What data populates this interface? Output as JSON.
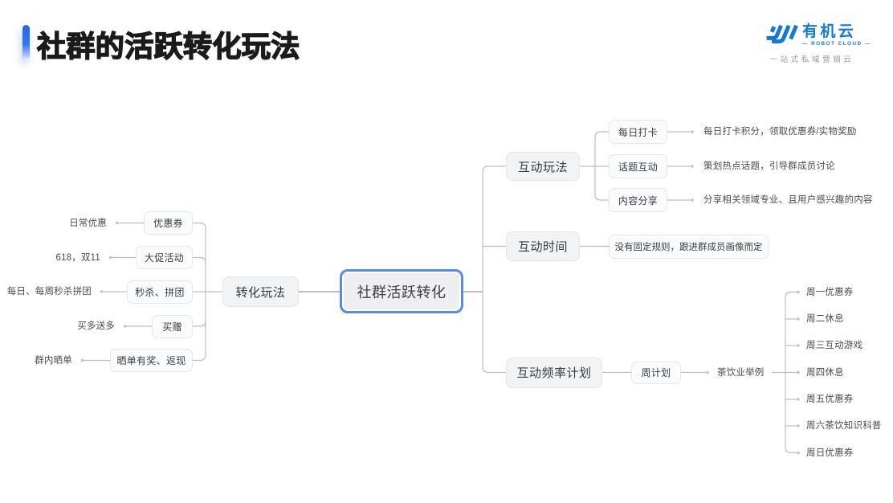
{
  "header": {
    "title": "社群的活跃转化玩法",
    "accent_color": "#2667EF"
  },
  "logo": {
    "name": "有机云",
    "subtitle": "— ROBOT CLOUD —",
    "tagline": "一站式私域营销云",
    "brand_color": "#1478D8"
  },
  "mindmap": {
    "root": {
      "label": "社群活跃转化",
      "border_color": "#568BE7"
    },
    "left_branch": {
      "label": "转化玩法",
      "children": [
        {
          "label": "优惠券",
          "note": "日常优惠"
        },
        {
          "label": "大促活动",
          "note": "618，双11"
        },
        {
          "label": "秒杀、拼团",
          "note": "每日、每周秒杀拼团"
        },
        {
          "label": "买赠",
          "note": "买多送多"
        },
        {
          "label": "晒单有奖、返现",
          "note": "群内晒单"
        }
      ]
    },
    "right_branches": [
      {
        "label": "互动玩法",
        "children": [
          {
            "label": "每日打卡",
            "note": "每日打卡积分，领取优惠券/实物奖励"
          },
          {
            "label": "话题互动",
            "note": "策划热点话题，引导群成员讨论"
          },
          {
            "label": "内容分享",
            "note": "分享相关领域专业、且用户感兴趣的内容"
          }
        ]
      },
      {
        "label": "互动时间",
        "children": [
          {
            "label": "没有固定规则，跟进群成员画像而定"
          }
        ]
      },
      {
        "label": "互动频率计划",
        "plan": {
          "label": "周计划",
          "example": "茶饮业举例",
          "items": [
            "周一优惠券",
            "周二休息",
            "周三互动游戏",
            "周四休息",
            "周五优惠券",
            "周六茶饮知识科普",
            "周日优惠券"
          ]
        }
      }
    ]
  }
}
